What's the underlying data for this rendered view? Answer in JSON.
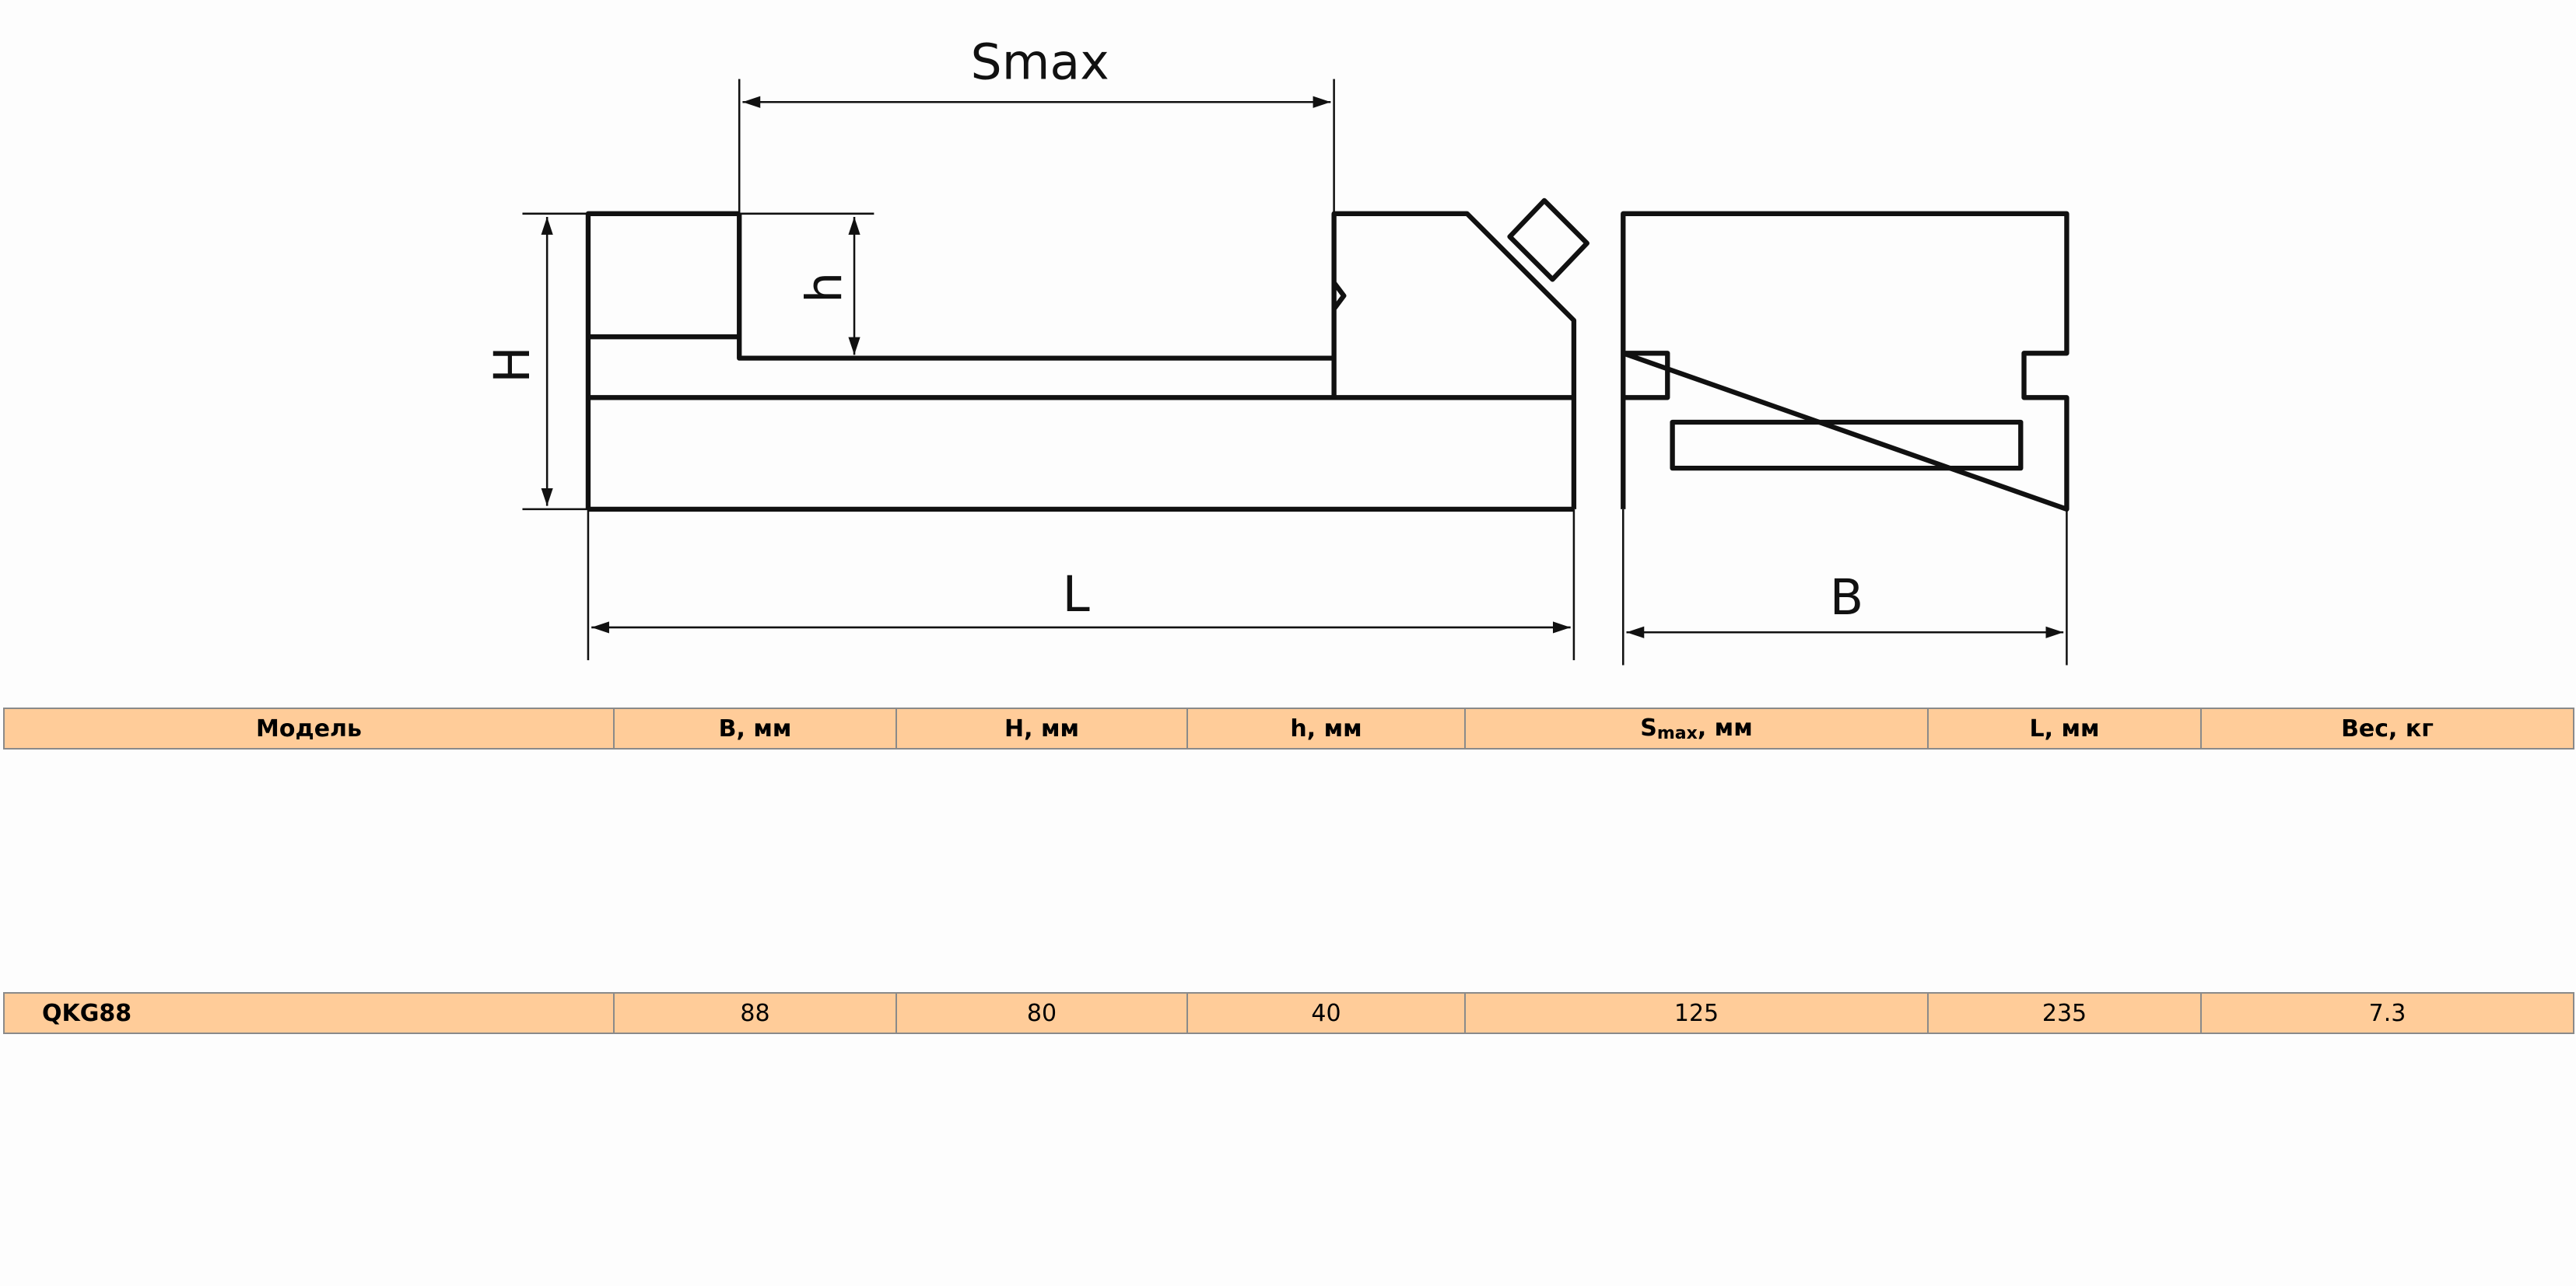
{
  "drawing": {
    "labels": {
      "smax": "Smax",
      "H": "H",
      "h": "h",
      "L": "L",
      "B": "B"
    }
  },
  "table": {
    "headers": {
      "model": "Модель",
      "b": "B, мм",
      "H": "H, мм",
      "h": "h, мм",
      "smax_main": "S",
      "smax_sub": "max",
      "smax_unit": ", мм",
      "L": "L, мм",
      "weight": "Вес, кг"
    },
    "rows": [
      {
        "model": "QKG88",
        "b": "88",
        "H": "80",
        "h": "40",
        "smax": "125",
        "L": "235",
        "weight": "7.3"
      }
    ]
  },
  "colors": {
    "header_bg": "#ffcc99",
    "border": "#8a8a8a"
  }
}
